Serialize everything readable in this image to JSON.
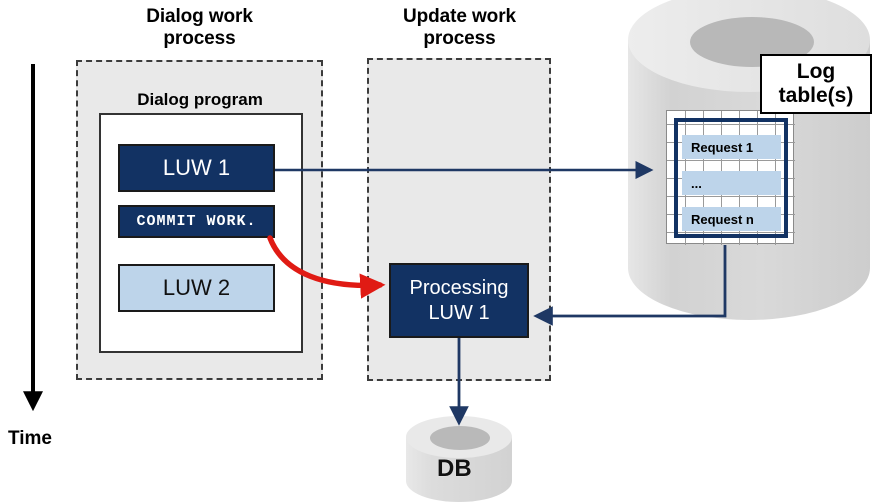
{
  "diagram": {
    "title_columns": [
      {
        "id": "dialog",
        "line1": "Dialog work",
        "line2": "process"
      },
      {
        "id": "update",
        "line1": "Update work",
        "line2": "process"
      }
    ],
    "time_axis": {
      "label": "Time",
      "direction": "downward"
    },
    "dialog_work_process": {
      "program_title": "Dialog program",
      "blocks": [
        {
          "id": "luw1",
          "label": "LUW 1",
          "style": "dark"
        },
        {
          "id": "commit",
          "label": "COMMIT WORK.",
          "style": "mono-dark"
        },
        {
          "id": "luw2",
          "label": "LUW 2",
          "style": "light"
        }
      ]
    },
    "update_work_process": {
      "blocks": [
        {
          "id": "processing",
          "line1": "Processing",
          "line2": "LUW 1",
          "style": "dark"
        }
      ]
    },
    "database_cylinder": {
      "log_badge_line1": "Log",
      "log_badge_line2": "table(s)",
      "log_table_rows": [
        "Request 1",
        "...",
        "Request n"
      ],
      "table_columns": 7
    },
    "db_cylinder": {
      "label": "DB"
    },
    "colors": {
      "dark_blue": "#123263",
      "light_blue": "#bdd4ea",
      "red_arrow": "#e01b14",
      "navy_arrow": "#1f3864",
      "panel_gray": "#e9e9e9",
      "cylinder_gray": "#d4d4d4",
      "cylinder_light": "#e3e3e3",
      "cylinder_top_hole": "#b5b5b5"
    },
    "arrows": [
      {
        "id": "luw1-to-logtable",
        "from": "LUW 1",
        "to": "Log table(s)",
        "color": "#1f3864"
      },
      {
        "id": "commit-to-processing",
        "from": "COMMIT WORK.",
        "to": "Processing LUW 1",
        "color": "#e01b14"
      },
      {
        "id": "logtable-to-processing",
        "from": "Log table(s)",
        "to": "Processing LUW 1",
        "color": "#1f3864"
      },
      {
        "id": "processing-to-db",
        "from": "Processing LUW 1",
        "to": "DB",
        "color": "#1f3864"
      }
    ]
  }
}
